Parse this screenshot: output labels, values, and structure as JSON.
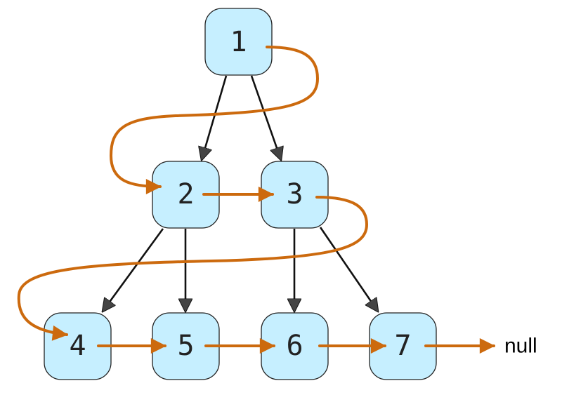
{
  "nodes": [
    {
      "id": "n1",
      "label": "1"
    },
    {
      "id": "n2",
      "label": "2"
    },
    {
      "id": "n3",
      "label": "3"
    },
    {
      "id": "n4",
      "label": "4"
    },
    {
      "id": "n5",
      "label": "5"
    },
    {
      "id": "n6",
      "label": "6"
    },
    {
      "id": "n7",
      "label": "7"
    }
  ],
  "tree_edges": [
    {
      "from": "n1",
      "to": "n2"
    },
    {
      "from": "n1",
      "to": "n3"
    },
    {
      "from": "n2",
      "to": "n4"
    },
    {
      "from": "n2",
      "to": "n5"
    },
    {
      "from": "n3",
      "to": "n6"
    },
    {
      "from": "n3",
      "to": "n7"
    }
  ],
  "next_links": [
    {
      "from": "n1",
      "to": "n2"
    },
    {
      "from": "n2",
      "to": "n3"
    },
    {
      "from": "n3",
      "to": "n4"
    },
    {
      "from": "n4",
      "to": "n5"
    },
    {
      "from": "n5",
      "to": "n6"
    },
    {
      "from": "n6",
      "to": "n7"
    },
    {
      "from": "n7",
      "to": "null"
    }
  ],
  "null_label": "null",
  "colors": {
    "node_fill": "#c6efff",
    "node_border": "#222222",
    "tree_edge": "#111111",
    "tree_arrowhead": "#444444",
    "next_link": "#cc6a0e"
  }
}
